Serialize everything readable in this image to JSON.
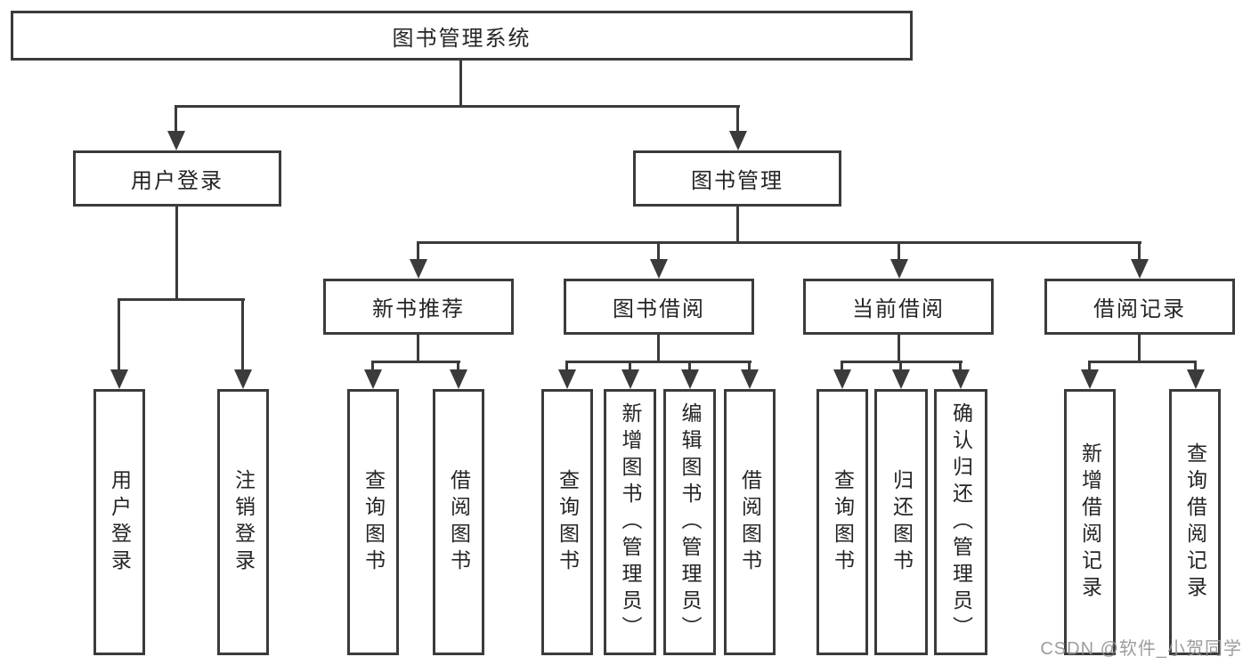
{
  "nodes": {
    "root": "图书管理系统",
    "level2": {
      "user_login": "用户登录",
      "book_management": "图书管理"
    },
    "level3": {
      "new_book_recommendation": "新书推荐",
      "book_borrowing": "图书借阅",
      "current_borrowing": "当前借阅",
      "borrowing_records": "借阅记录"
    },
    "leaves": {
      "user_login": [
        "用户登录",
        "注销登录"
      ],
      "new_book_recommendation": [
        "查询图书",
        "借阅图书"
      ],
      "book_borrowing": [
        "查询图书",
        "新增图书（管理员）",
        "编辑图书（管理员）",
        "借阅图书"
      ],
      "current_borrowing": [
        "查询图书",
        "归还图书",
        "确认归还（管理员）"
      ],
      "borrowing_records": [
        "新增借阅记录",
        "查询借阅记录"
      ]
    }
  },
  "watermark": "CSDN @软件_小贺同学",
  "colors": {
    "line": "#3b3b3b",
    "text": "#252525",
    "box_fill": "#ffffff",
    "background": "#ffffff",
    "watermark": "#949494"
  }
}
